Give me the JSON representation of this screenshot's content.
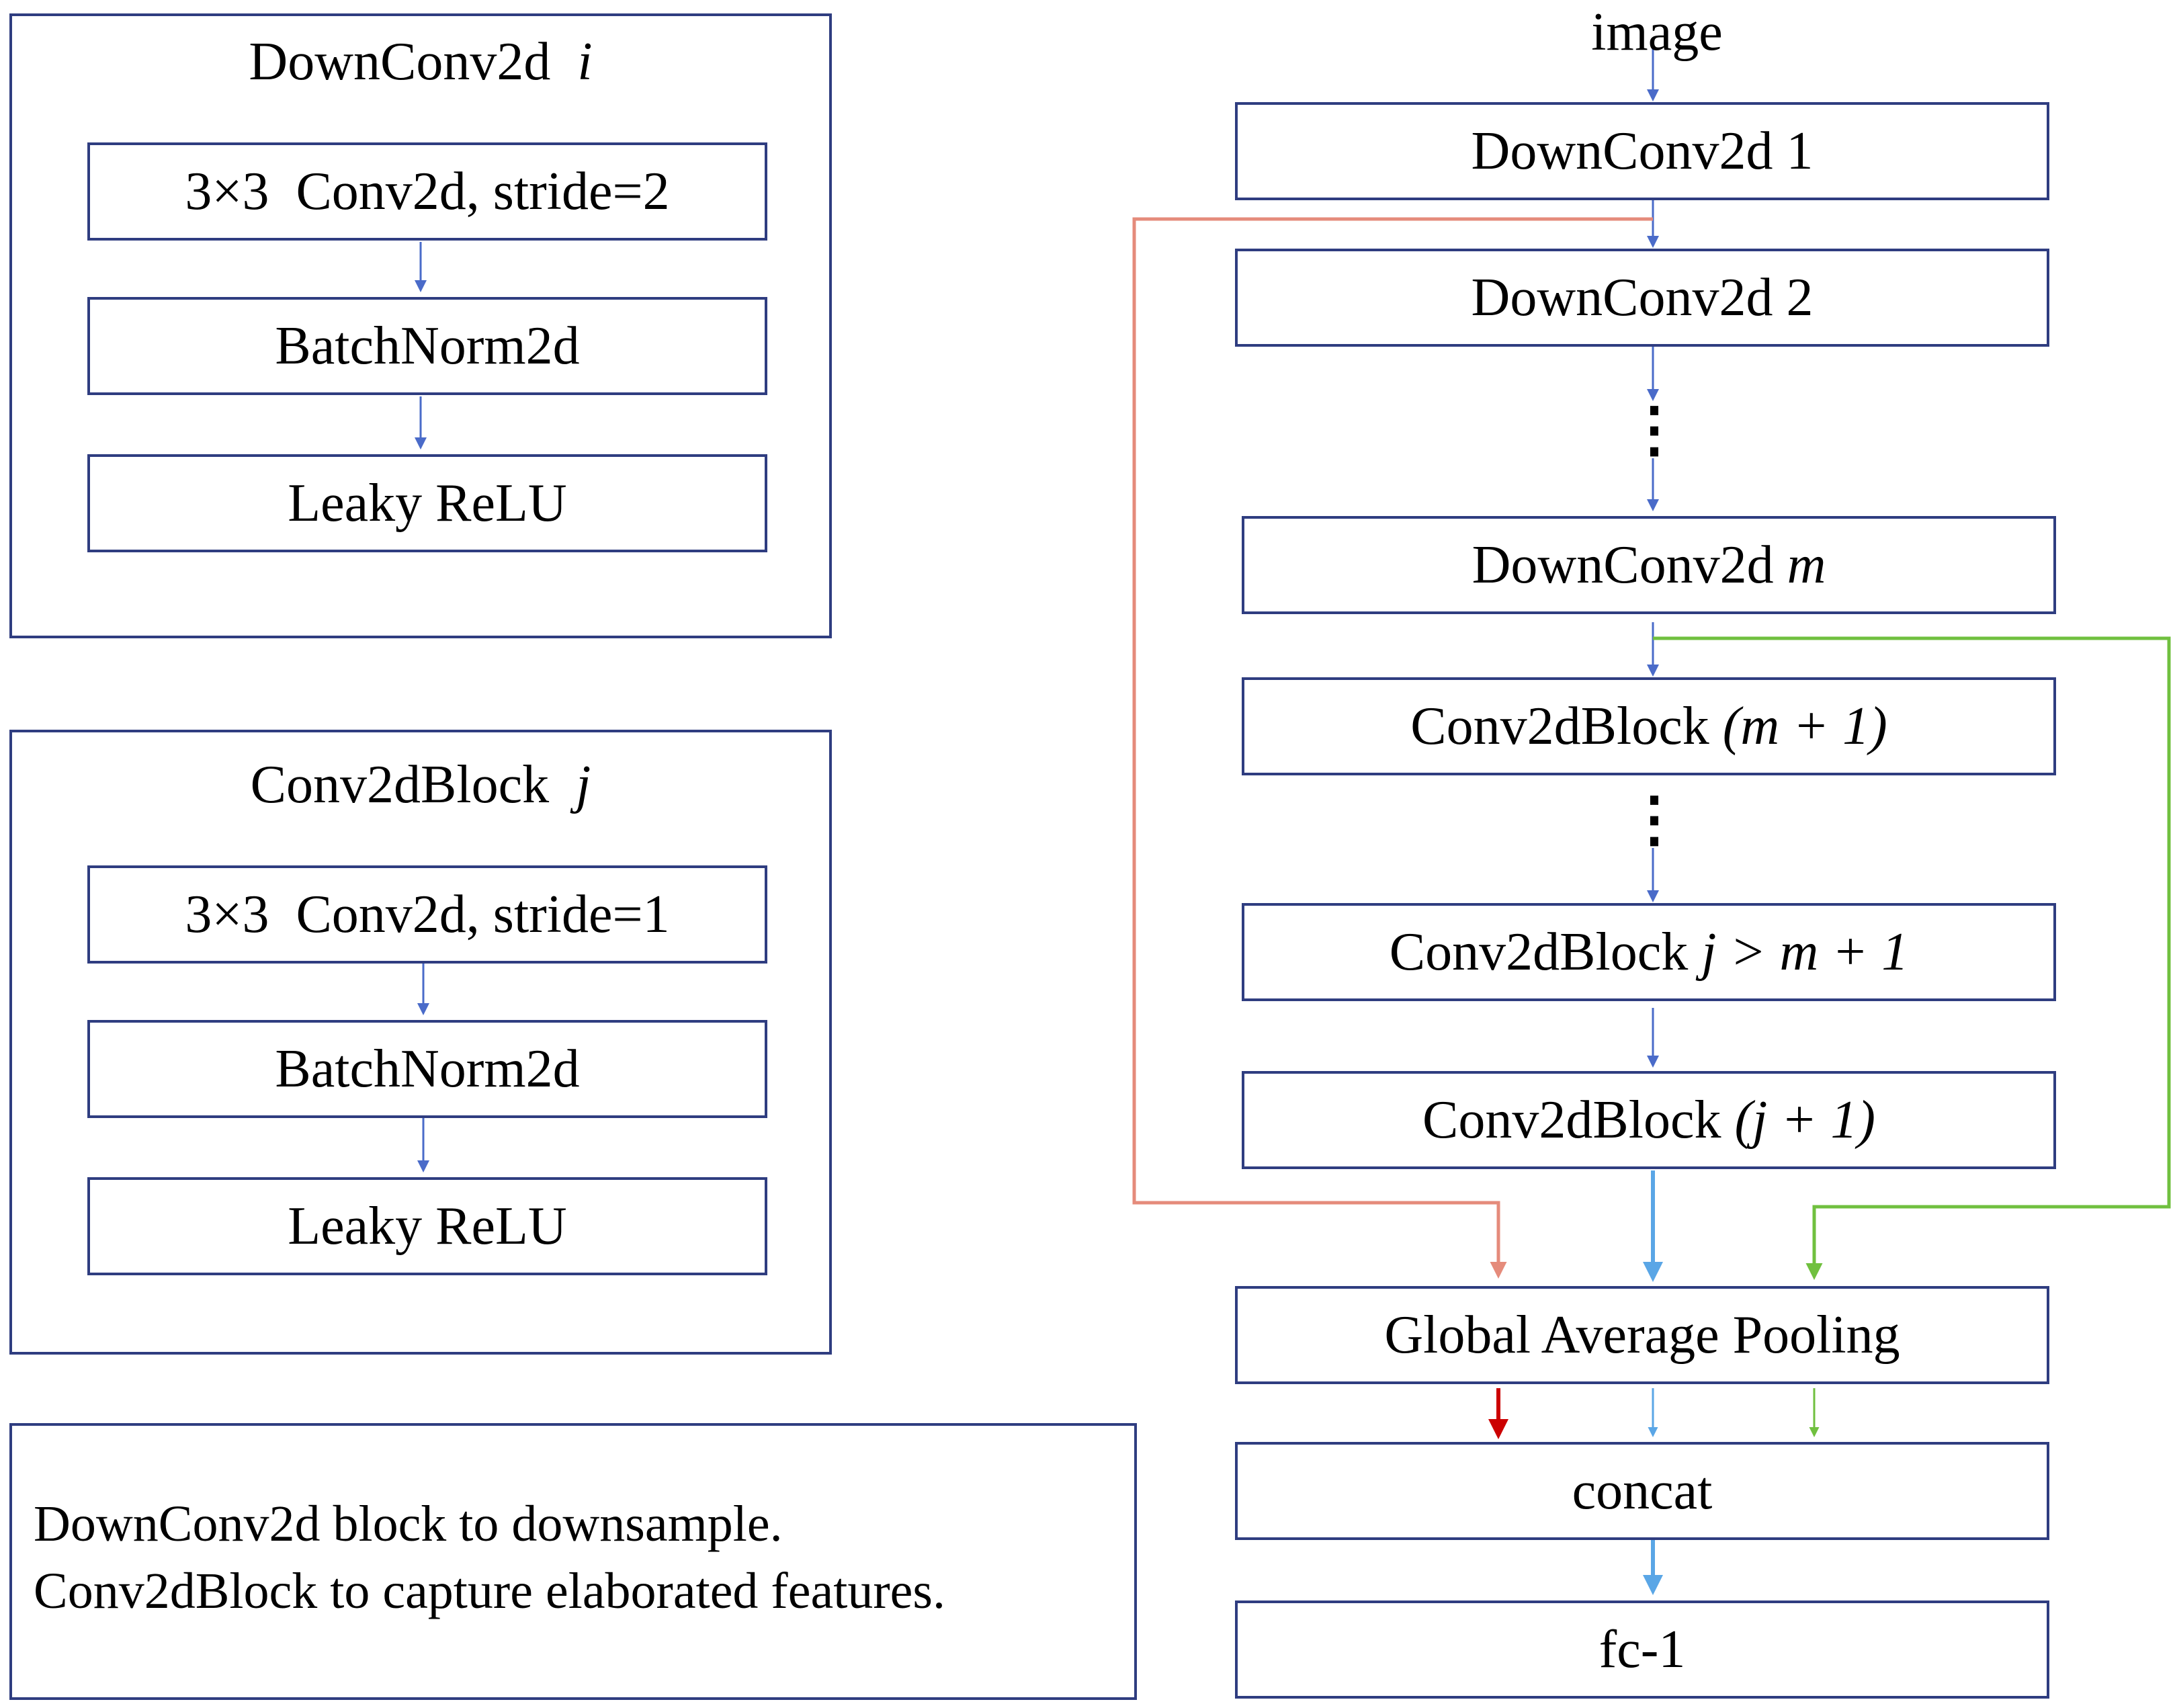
{
  "downconv_panel": {
    "title": "DownConv2d",
    "title_var": "i",
    "layers": [
      "3×3  Conv2d, stride=2",
      "BatchNorm2d",
      "Leaky ReLU"
    ]
  },
  "conv2dblock_panel": {
    "title": "Conv2dBlock",
    "title_var": "j",
    "layers": [
      "3×3  Conv2d, stride=1",
      "BatchNorm2d",
      "Leaky ReLU"
    ]
  },
  "note": {
    "line1": "DownConv2d block to downsample.",
    "line2": "Conv2dBlock to capture elaborated features."
  },
  "pipeline": {
    "input_label": "image",
    "downconv1": "DownConv2d 1",
    "downconv2": "DownConv2d 2",
    "downconvm_prefix": "DownConv2d",
    "downconvm_var": "m",
    "convblock_m1_prefix": "Conv2dBlock",
    "convblock_m1_expr": "(m + 1)",
    "convblock_j_prefix": "Conv2dBlock",
    "convblock_j_expr": "j > m + 1",
    "convblock_j1_prefix": "Conv2dBlock",
    "convblock_j1_expr": "(j + 1)",
    "gap": "Global Average Pooling",
    "concat": "concat",
    "fc": "fc-1",
    "ellipsis": "⋮"
  },
  "colors": {
    "box_border": "#2f3d80",
    "flow_arrow": "#4a6bc9",
    "skip_salmon": "#e58b7b",
    "skip_green": "#70c03f",
    "gap_blue": "#5aa6e6",
    "concat_red": "#cc0000",
    "ellipsis": "#000000"
  }
}
